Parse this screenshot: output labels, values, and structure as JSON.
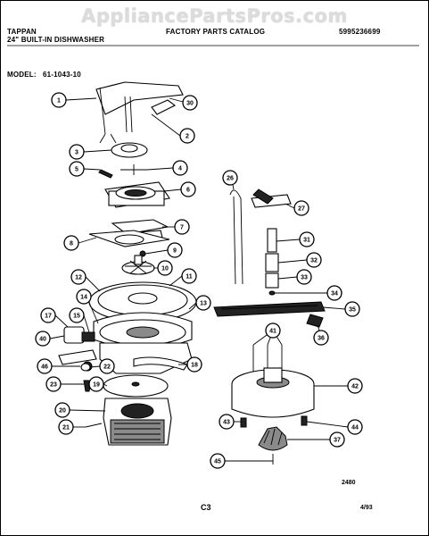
{
  "watermark": "AppliancePartsPros.com",
  "header": {
    "brand": "TAPPAN",
    "product": "24\" BUILT-IN DISHWASHER",
    "catalog": "FACTORY PARTS CATALOG",
    "catalog_number": "5995236699",
    "model_label": "MODEL:",
    "model_number": "61-1043-10"
  },
  "callouts": [
    "1",
    "30",
    "2",
    "3",
    "5",
    "4",
    "6",
    "7",
    "8",
    "9",
    "10",
    "12",
    "11",
    "14",
    "13",
    "17",
    "15",
    "40",
    "46",
    "22",
    "18",
    "23",
    "19",
    "20",
    "21",
    "26",
    "27",
    "31",
    "32",
    "33",
    "34",
    "35",
    "36",
    "41",
    "42",
    "43",
    "44",
    "37",
    "45"
  ],
  "footer": {
    "drawing_number": "2480",
    "page": "C3",
    "date": "4/93"
  }
}
